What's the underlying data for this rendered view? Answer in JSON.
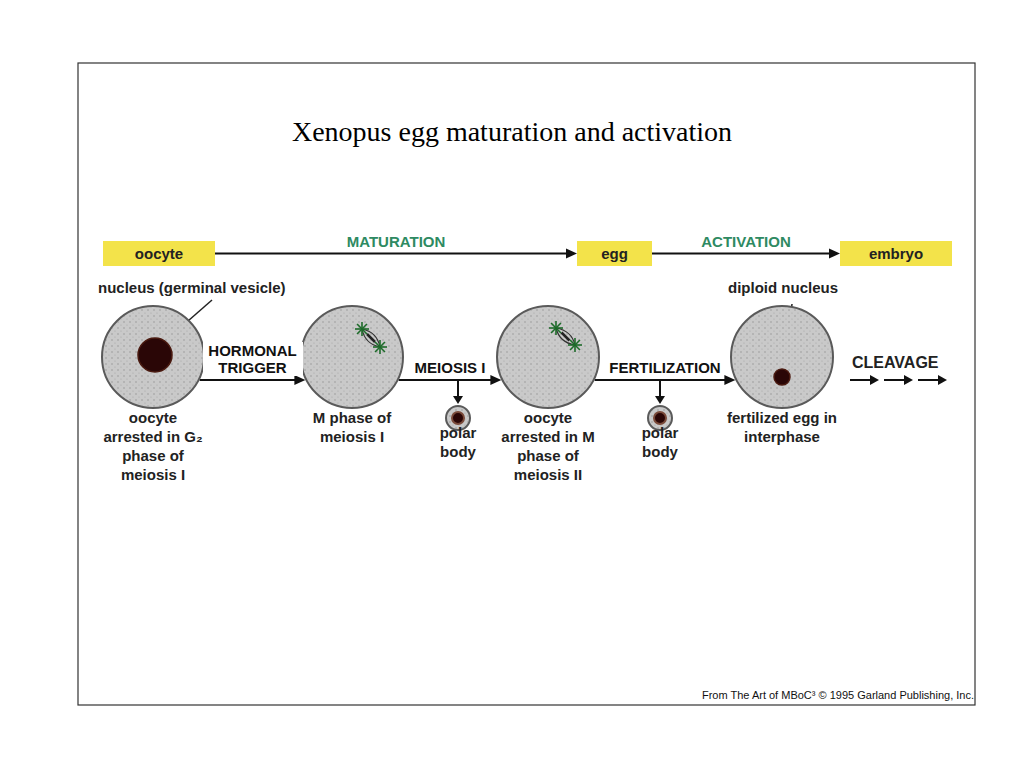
{
  "diagram": {
    "title": "Xenopus egg maturation and activation",
    "nodes": [
      {
        "text": [
          "oocyte"
        ]
      },
      {
        "text": [
          "egg"
        ]
      },
      {
        "text": [
          "embryo"
        ]
      },
      {
        "text": [
          "oocyte arrested in G₂ phase of meiosis I"
        ]
      },
      {
        "text": [
          "M phase of meiosis I"
        ]
      },
      {
        "text": [
          "polar body"
        ]
      },
      {
        "text": [
          "oocyte arrested in M phase of meiosis II"
        ]
      },
      {
        "text": [
          "polar body"
        ]
      },
      {
        "text": [
          "fertilized egg in interphase"
        ]
      }
    ],
    "edges": [
      {
        "from": 0,
        "to": 1,
        "arrow": "to",
        "label": "MATURATION"
      },
      {
        "from": 1,
        "to": 2,
        "arrow": "to",
        "label": "ACTIVATION"
      },
      {
        "from": 3,
        "to": 4,
        "arrow": "to",
        "label": "HORMONAL TRIGGER"
      },
      {
        "from": 4,
        "to": 6,
        "arrow": "to",
        "label": "MEIOSIS I"
      },
      {
        "from": 6,
        "to": 8,
        "arrow": "to",
        "label": "FERTILIZATION"
      }
    ],
    "labels": [
      "nucleus (germinal vesicle)",
      "diploid nucleus",
      "CLEAVAGE",
      "From The Art of MBoC³ © 1995 Garland Publishing, Inc."
    ]
  }
}
